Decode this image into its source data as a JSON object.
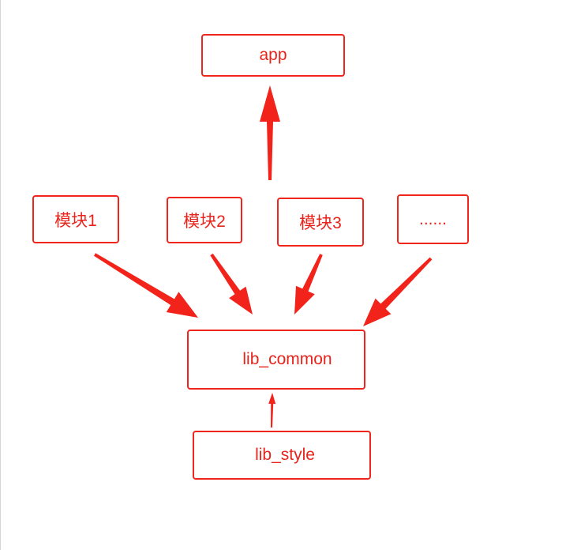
{
  "nodes": {
    "app": "app",
    "module1": "模块1",
    "module2": "模块2",
    "module3": "模块3",
    "more": "......",
    "lib_common": "lib_common",
    "lib_style": "lib_style"
  },
  "colors": {
    "stroke": "#f0261c",
    "arrow": "#f2231a",
    "text": "#e8231b"
  }
}
